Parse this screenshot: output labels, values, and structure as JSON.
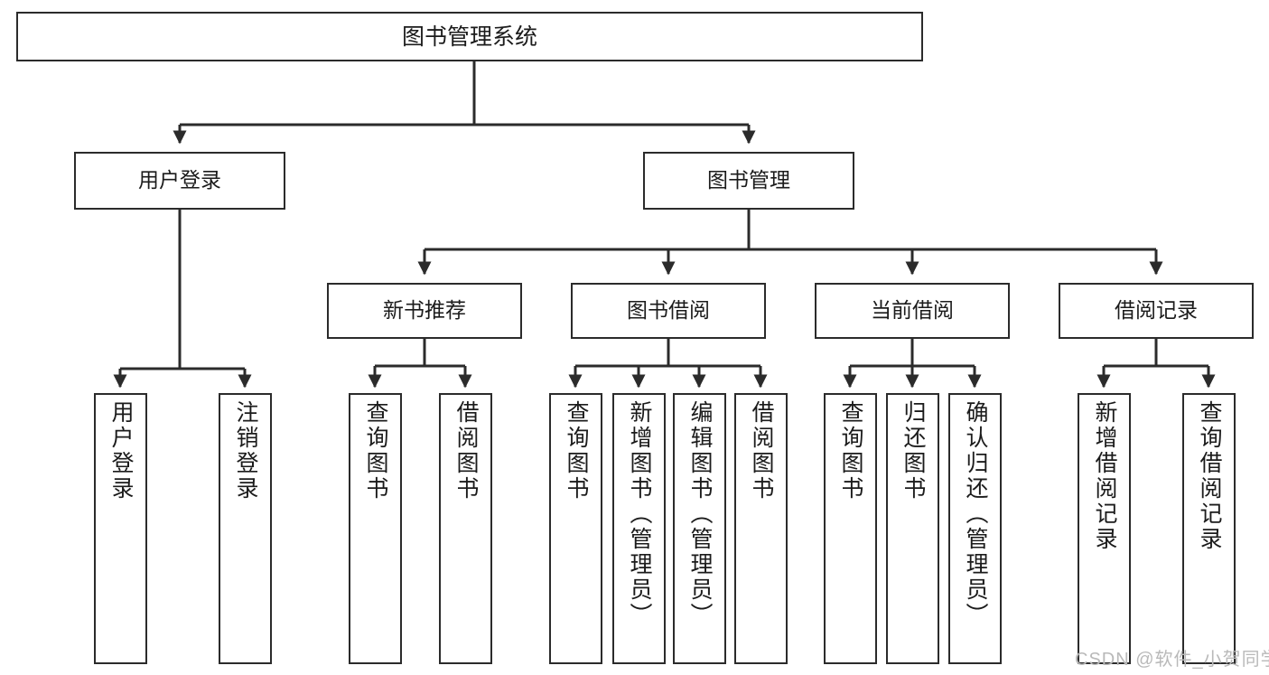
{
  "diagram": {
    "type": "tree-hierarchy",
    "title": "图书管理系统",
    "root": {
      "label": "图书管理系统"
    },
    "level2": [
      {
        "label": "用户登录"
      },
      {
        "label": "图书管理"
      }
    ],
    "level3": [
      {
        "label": "新书推荐"
      },
      {
        "label": "图书借阅"
      },
      {
        "label": "当前借阅"
      },
      {
        "label": "借阅记录"
      }
    ],
    "leaves": {
      "user_login": [
        {
          "label": "用户登录"
        },
        {
          "label": "注销登录"
        }
      ],
      "new_book_recommend": [
        {
          "label": "查询图书"
        },
        {
          "label": "借阅图书"
        }
      ],
      "book_borrow": [
        {
          "label": "查询图书"
        },
        {
          "label": "新增图书（管理员）"
        },
        {
          "label": "编辑图书（管理员）"
        },
        {
          "label": "借阅图书"
        }
      ],
      "current_borrow": [
        {
          "label": "查询图书"
        },
        {
          "label": "归还图书"
        },
        {
          "label": "确认归还（管理员）"
        }
      ],
      "borrow_records": [
        {
          "label": "新增借阅记录"
        },
        {
          "label": "查询借阅记录"
        }
      ]
    }
  },
  "watermark": {
    "text": "CSDN @软件_小贺同学"
  },
  "colors": {
    "stroke": "#2b2b2b",
    "text": "#1b1b1b",
    "background": "#ffffff",
    "watermark": "#b9b9b9"
  }
}
